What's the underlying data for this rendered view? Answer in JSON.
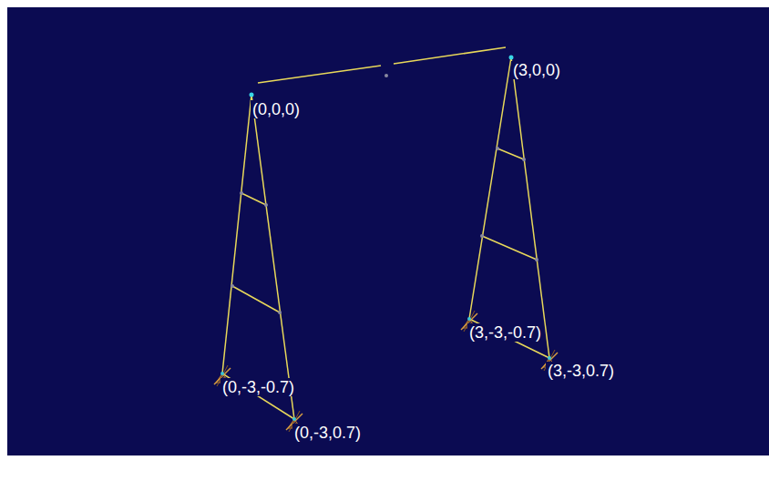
{
  "diagram": {
    "labels": [
      "(0,0,0)",
      "(3,0,0)",
      "(0,-3,-0.7)",
      "(0,-3,0.7)",
      "(3,-3,-0.7)",
      "(3,-3,0.7)"
    ]
  }
}
